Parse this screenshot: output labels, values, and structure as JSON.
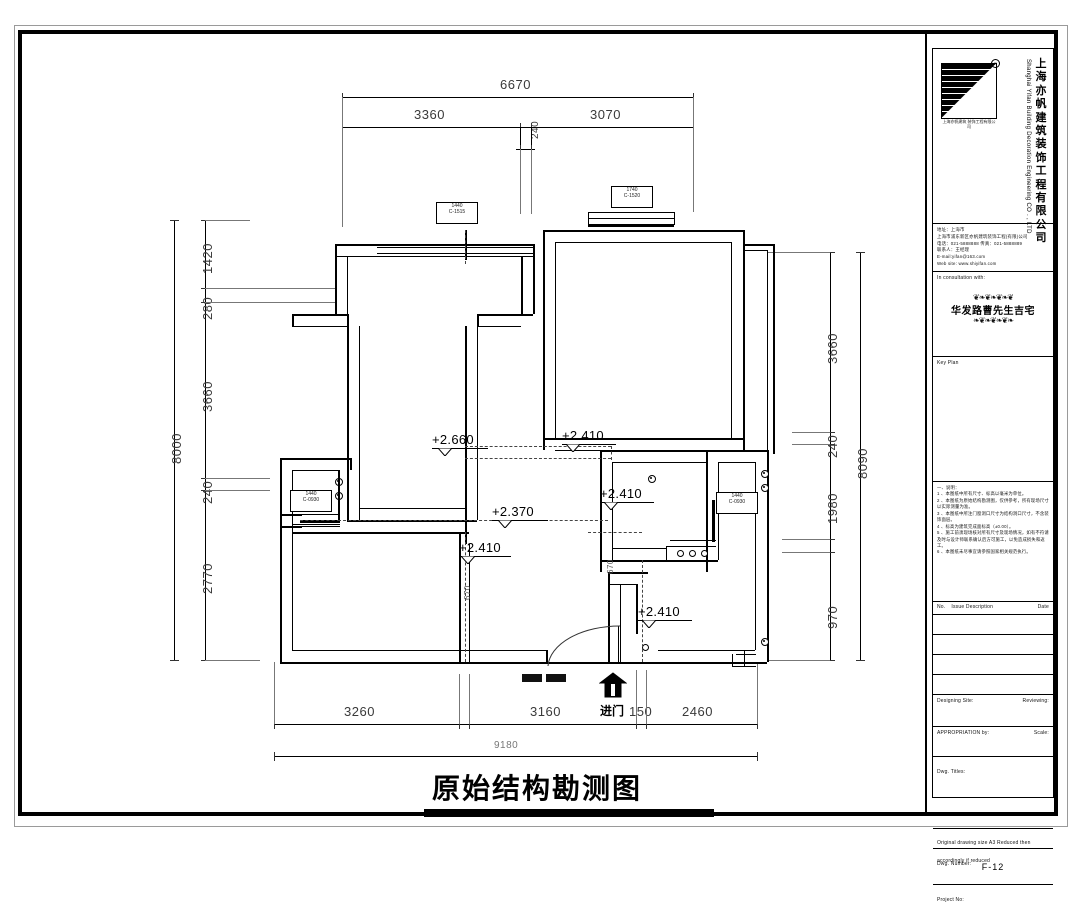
{
  "drawing": {
    "title": "原始结构勘测图",
    "entry_label": "进门"
  },
  "dimensions": {
    "top": {
      "overall": "6670",
      "segments": [
        "3360",
        "3070"
      ],
      "wall": "240"
    },
    "left": {
      "overall": "8000",
      "segments": [
        "1420",
        "280",
        "3660",
        "240",
        "2770"
      ]
    },
    "right": {
      "overall": "8090",
      "segments": [
        "3660",
        "240",
        "1980",
        "970"
      ]
    },
    "bottom": {
      "overall": "9180",
      "segments": [
        "3260",
        "3160",
        "150",
        "2460"
      ]
    }
  },
  "elevations": [
    {
      "id": "living",
      "value": "+2.660"
    },
    {
      "id": "bedroom",
      "value": "+2.410"
    },
    {
      "id": "kitchen",
      "value": "+2.410"
    },
    {
      "id": "hall",
      "value": "+2.370"
    },
    {
      "id": "corridor",
      "value": "+2.410"
    },
    {
      "id": "entry",
      "value": "+2.410"
    }
  ],
  "window_tags": [
    {
      "id": "tag-top-left",
      "line1": "1440",
      "line2": "C-1515"
    },
    {
      "id": "tag-top-right",
      "line1": "1740",
      "line2": "C-1520"
    },
    {
      "id": "tag-west",
      "line1": "1440",
      "line2": "C-0930"
    },
    {
      "id": "tag-east",
      "line1": "1440",
      "line2": "C-0930"
    }
  ],
  "small_marks": {
    "door_width_left": "670",
    "door_width_kitchen": "670"
  },
  "title_block": {
    "company_cn": "上海亦帆建筑装饰工程有限公司",
    "company_en": "Shanghai Yifan Building Decoration Engineering CO . , LTD",
    "logo_caption": "上海亦帆建筑\n装饰工程有限公司",
    "address_block": "地址：上海市\n上海市浦东新区亦帆建筑装饰工程(有限)公司\n电话：021-5888888   传真：021-5888889\n联系人：王经理\nE-mail:yifan@163.com\nWeb site: www.shiyifan.com",
    "client_header": "In consultation with:",
    "client_name": "华发路曹先生吉宅",
    "keyplan_label": "Key Plan",
    "notes_label": "一、说明：",
    "notes_body": "1 、本图纸中所有尺寸、标高以毫米为单位。\n2 、本图纸为原始结构勘测图，仅供参考，所有现场尺寸以实际测量为准。\n3 、本图纸中所注门窗洞口尺寸为结构洞口尺寸，不含装饰面层。\n4 、标高为建筑完成面标高（±0.00）。\n5 、施工前须现场核对所有尺寸及现场情况，如有不符请及时与设计师联系确认后方可施工，以免造成损失和返工。\n6 、本图纸未尽事宜请参照国家相关规范执行。",
    "rev_columns": [
      "No.",
      "Issue Description",
      "Date"
    ],
    "designer_label": "Designing  Site:",
    "reviewing_label": "Reviewing:",
    "approved_label": "APPROPRIATION by:",
    "scale_label": "Scale:",
    "dwg_title_label": "Dwg. Titles:",
    "orig_note": "Original drawing size A3 Reduced then accordingly if reduced",
    "dwg_number_label": "Dwg. Number:",
    "dwg_number": "F-12",
    "project_no_label": "Project No:"
  }
}
